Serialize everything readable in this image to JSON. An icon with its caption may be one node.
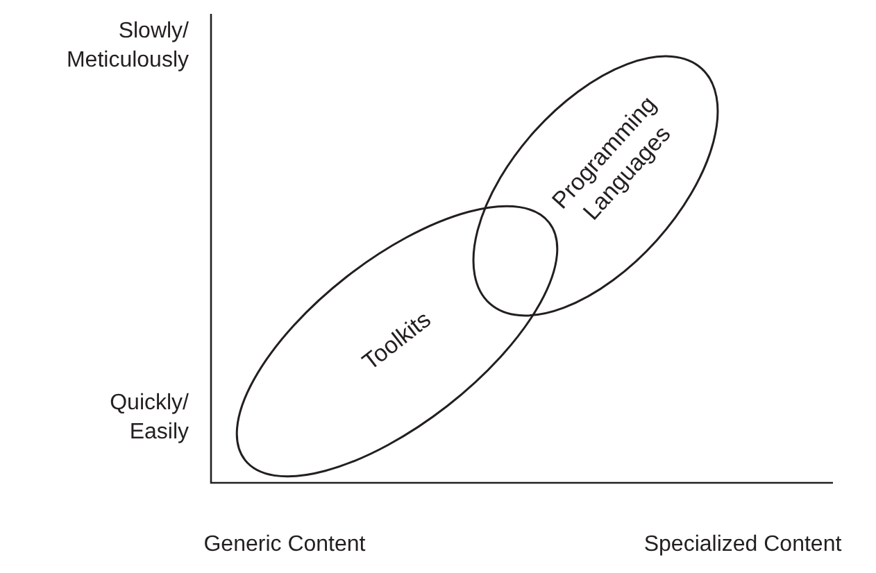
{
  "diagram": {
    "nodes": [
      {
        "text": [
          "Toolkits"
        ]
      },
      {
        "text": [
          "Programming Languages"
        ]
      }
    ],
    "labels": [
      "Slowly/ Meticulously",
      "Quickly/ Easily",
      "Generic Content",
      "Specialized Content"
    ]
  }
}
